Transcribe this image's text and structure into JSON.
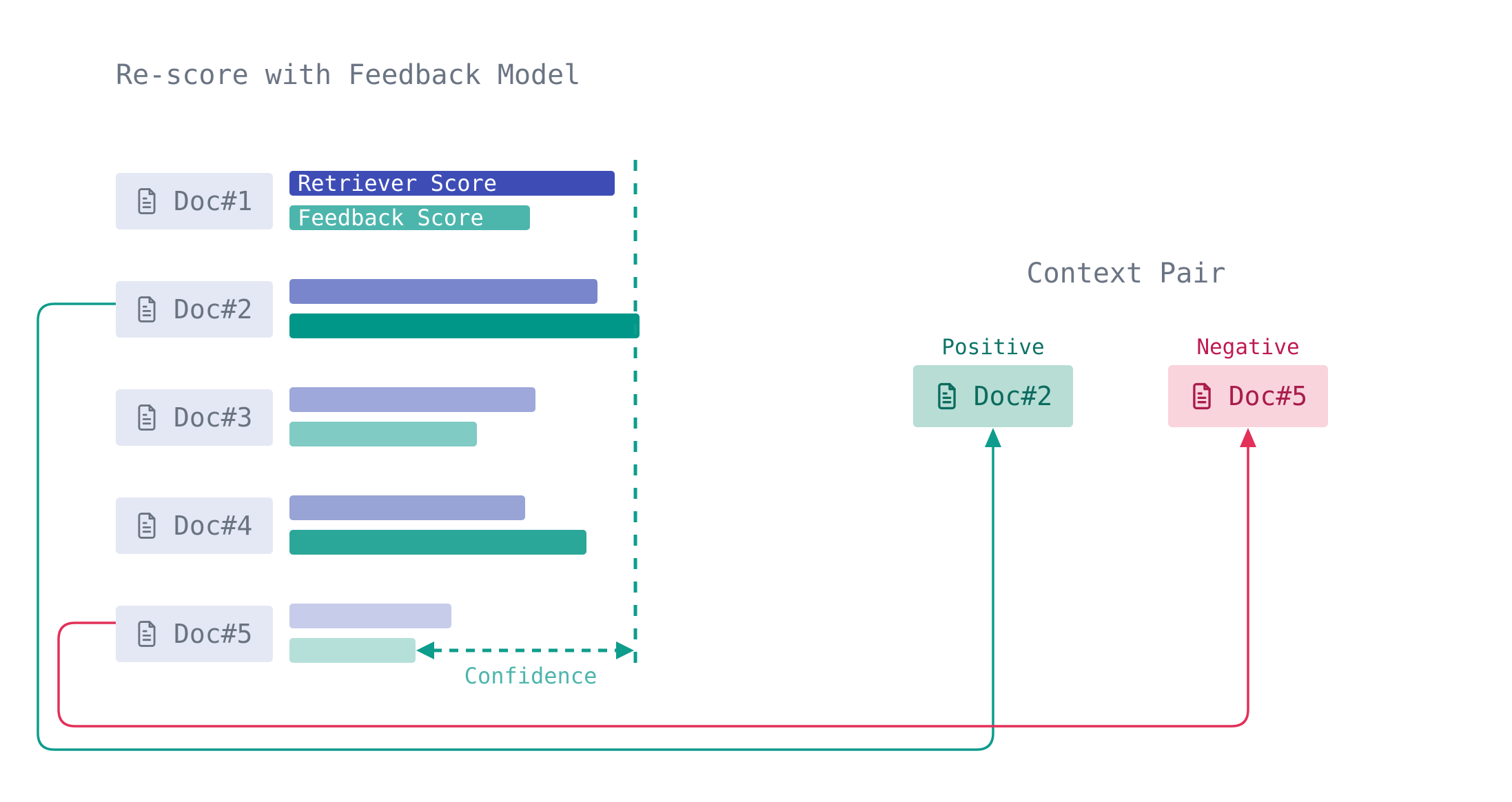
{
  "title": "Re-score with Feedback Model",
  "rescore": {
    "rows": [
      {
        "doc": "Doc#1",
        "retriever": {
          "len": 472,
          "color": "#3E4DB6",
          "label": "Retriever Score"
        },
        "feedback": {
          "len": 349,
          "color": "#4DB6AC",
          "label": "Feedback Score"
        }
      },
      {
        "doc": "Doc#2",
        "retriever": {
          "len": 447,
          "color": "#7986CB"
        },
        "feedback": {
          "len": 508,
          "color": "#009688"
        }
      },
      {
        "doc": "Doc#3",
        "retriever": {
          "len": 357,
          "color": "#9FA8DA"
        },
        "feedback": {
          "len": 272,
          "color": "#80CBC4"
        }
      },
      {
        "doc": "Doc#4",
        "retriever": {
          "len": 342,
          "color": "#98A3D6"
        },
        "feedback": {
          "len": 431,
          "color": "#2BA79A"
        }
      },
      {
        "doc": "Doc#5",
        "retriever": {
          "len": 235,
          "color": "#C7CCEA"
        },
        "feedback": {
          "len": 183,
          "color": "#B5E0D9"
        }
      }
    ]
  },
  "confidence_label": "Confidence",
  "context_pair": {
    "title": "Context Pair",
    "positive": {
      "heading": "Positive",
      "doc": "Doc#2"
    },
    "negative": {
      "heading": "Negative",
      "doc": "Doc#5"
    }
  },
  "icons": {
    "document": "document-icon"
  },
  "colors": {
    "accent_teal": "#0E9C8C",
    "accent_crimson": "#E23059",
    "muted_text": "#6B7483",
    "doc_box_bg": "#E4E8F4",
    "doc_box_text": "#6A7380",
    "positive_heading": "#0D7467",
    "negative_heading": "#BE1A52",
    "positive_box_bg": "#B7DDD5",
    "positive_box_text": "#0B6B5E",
    "negative_box_bg": "#F9D4DD",
    "negative_box_text": "#A91C4B",
    "confidence_text": "#4DB6AC"
  }
}
